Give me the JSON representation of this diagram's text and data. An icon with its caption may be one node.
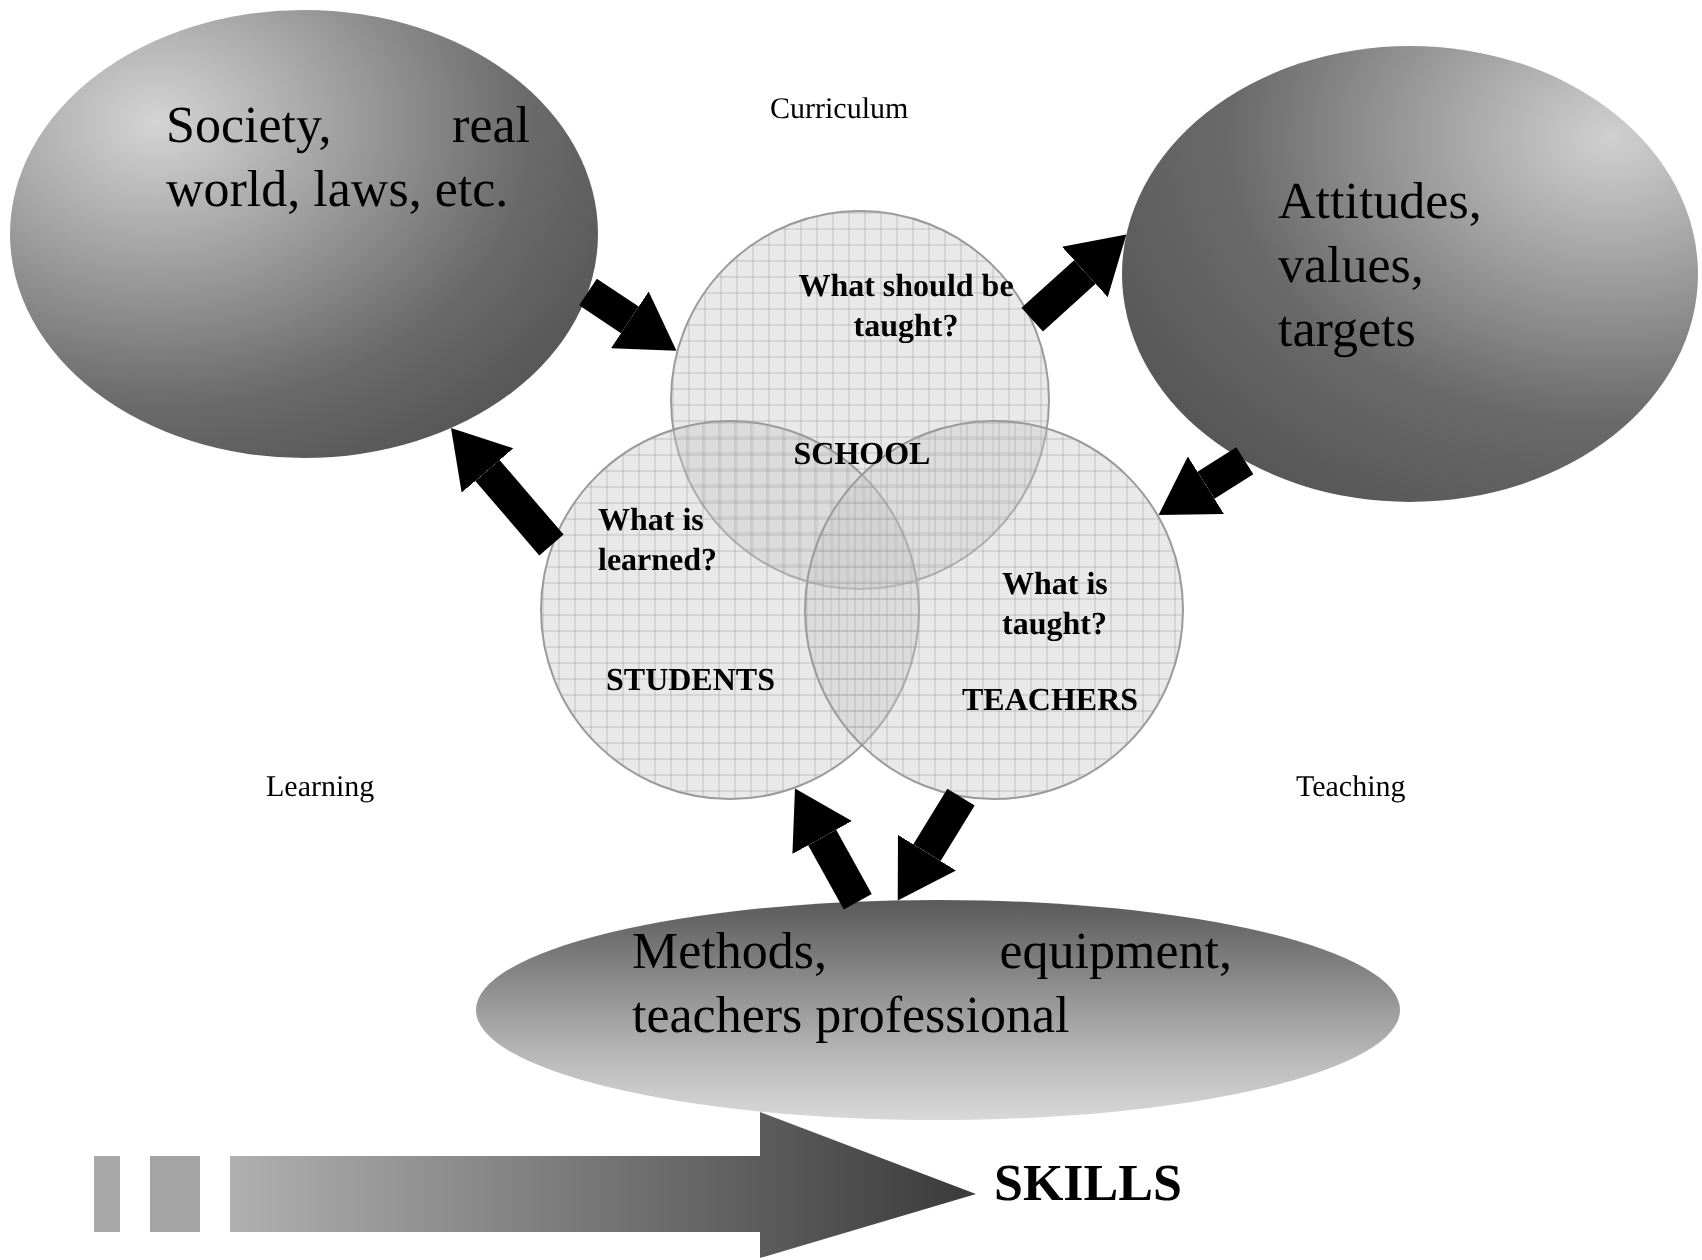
{
  "diagram": {
    "nodes": [
      {
        "text": [
          "Society, real world, laws, etc."
        ]
      },
      {
        "text": [
          "What should be taught?",
          "SCHOOL"
        ]
      },
      {
        "text": [
          "Attitudes, values, targets"
        ]
      },
      {
        "text": [
          "What is learned?",
          "STUDENTS"
        ]
      },
      {
        "text": [
          "What is taught?",
          "TEACHERS"
        ]
      },
      {
        "text": [
          "Methods, equipment, teachers professional"
        ]
      }
    ],
    "edges": [
      {
        "from": 0,
        "to": 1,
        "arrow": "to"
      },
      {
        "from": 1,
        "to": 2,
        "arrow": "to"
      },
      {
        "from": 2,
        "to": 4,
        "arrow": "to"
      },
      {
        "from": 4,
        "to": 5,
        "arrow": "to"
      },
      {
        "from": 5,
        "to": 3,
        "arrow": "to"
      },
      {
        "from": 3,
        "to": 0,
        "arrow": "to"
      }
    ],
    "labels": [
      "Curriculum",
      "Learning",
      "Teaching",
      "SKILLS"
    ]
  }
}
